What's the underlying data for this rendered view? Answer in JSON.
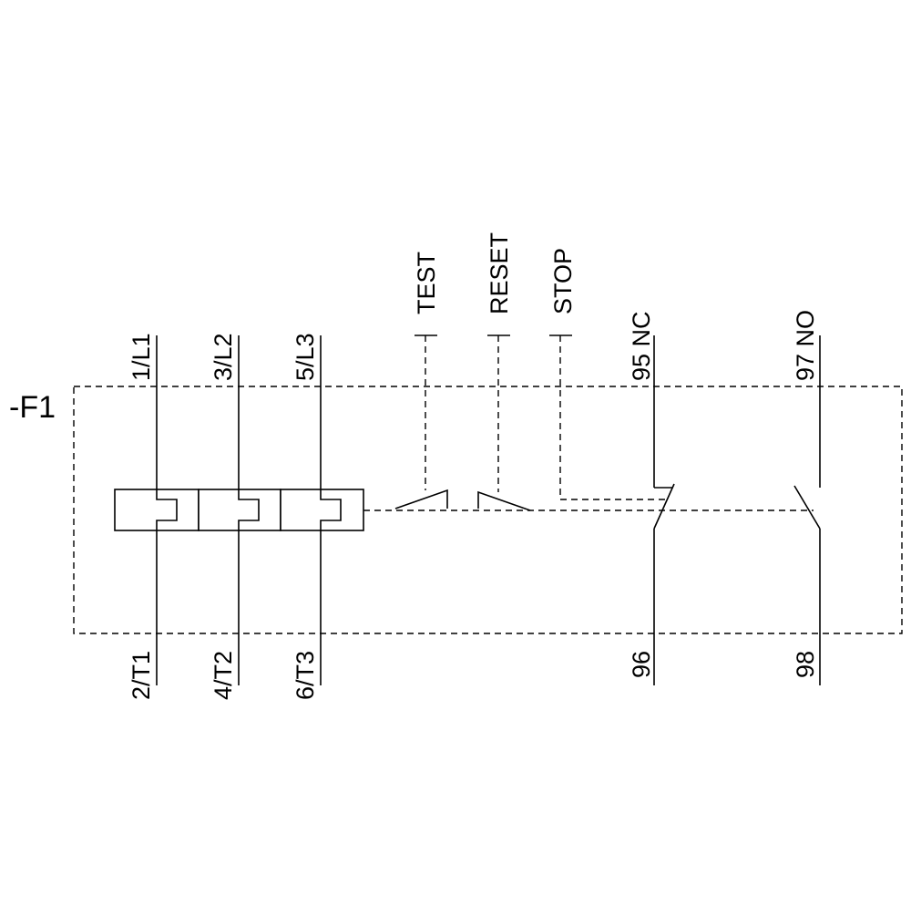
{
  "diagram": {
    "reference_designator": "-F1",
    "colors": {
      "line": "#000000",
      "background": "#ffffff"
    },
    "main_circuit": {
      "inputs": [
        "1/L1",
        "3/L2",
        "5/L3"
      ],
      "outputs": [
        "2/T1",
        "4/T2",
        "6/T3"
      ]
    },
    "buttons": [
      "TEST",
      "RESET",
      "STOP"
    ],
    "aux_contacts": {
      "nc": {
        "top": "95 NC",
        "bottom": "96"
      },
      "no": {
        "top": "97 NO",
        "bottom": "98"
      }
    }
  }
}
